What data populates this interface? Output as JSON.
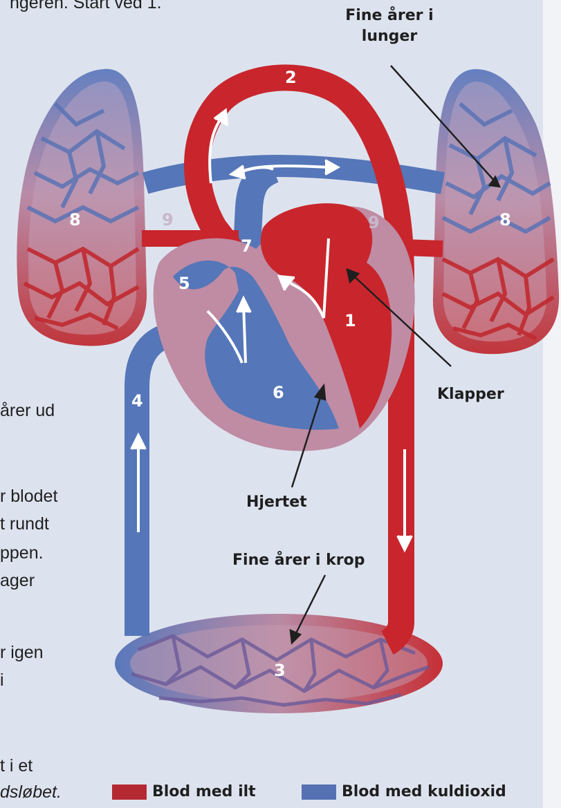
{
  "header_fragment": "ngeren. Start ved 1.",
  "side_text": [
    "årer ud",
    "r blodet",
    "t rundt",
    "ppen.",
    "ager",
    "r igen",
    "i",
    "t i et",
    "dsløbet."
  ],
  "labels": {
    "lung_vessels": [
      "Fine årer i",
      "lunger"
    ],
    "valves": "Klapper",
    "heart": "Hjertet",
    "body_vessels": "Fine årer i krop"
  },
  "numbers": [
    "1",
    "2",
    "3",
    "4",
    "5",
    "6",
    "7",
    "8",
    "8",
    "9",
    "9"
  ],
  "legend": [
    {
      "label": "Blod med ilt",
      "color": "#b52a32"
    },
    {
      "label": "Blod med kuldioxid",
      "color": "#5571b4"
    }
  ],
  "colors": {
    "oxygenated": "#c8262c",
    "deoxygenated": "#5576b8",
    "heart_tissue": "#c08ea4",
    "background": "#dde3ee"
  }
}
